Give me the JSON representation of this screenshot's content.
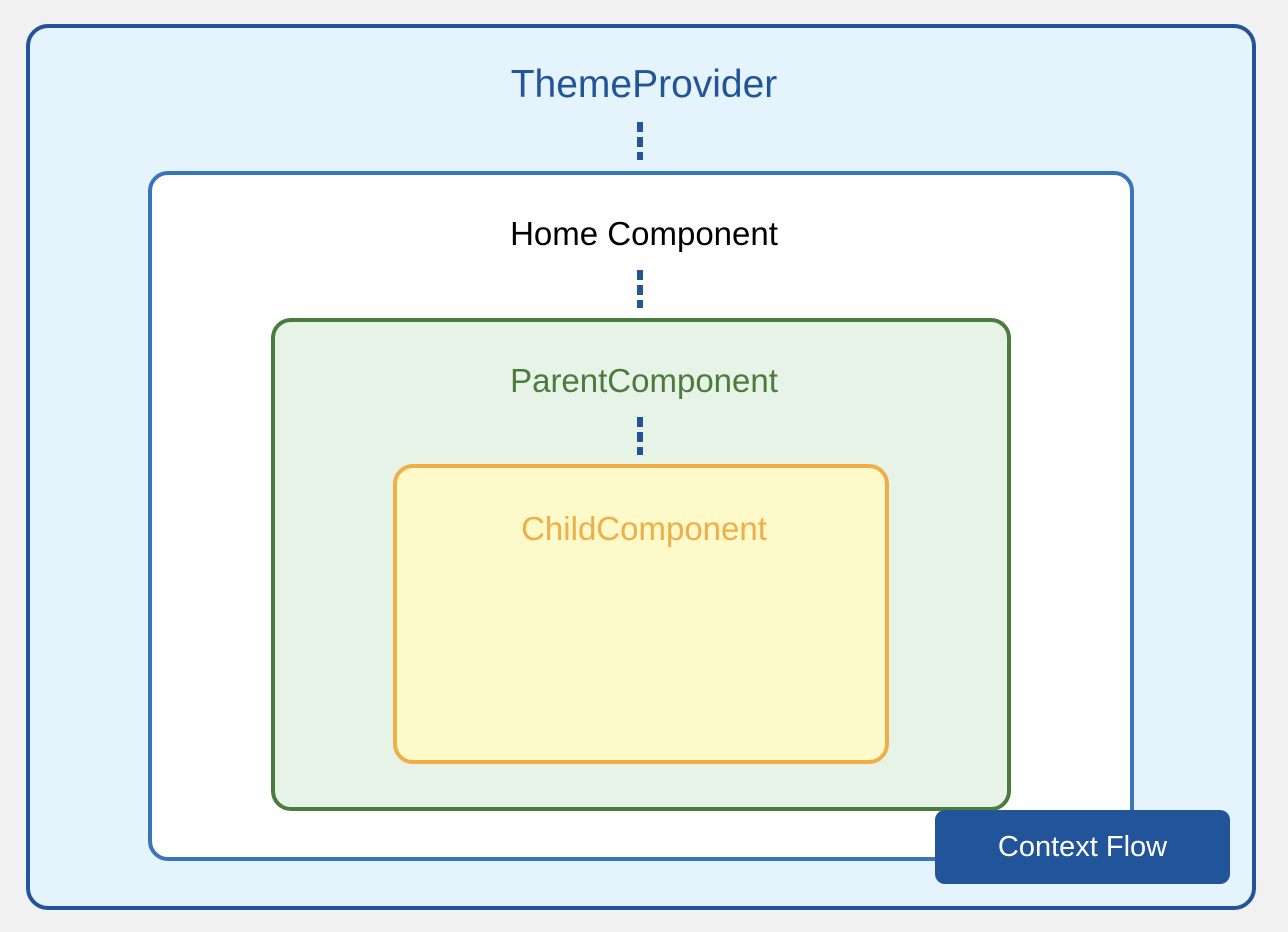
{
  "diagram": {
    "nodes": [
      {
        "id": "theme_provider",
        "label": "ThemeProvider"
      },
      {
        "id": "home",
        "label": "Home Component",
        "parent": "theme_provider"
      },
      {
        "id": "parent",
        "label": "ParentComponent",
        "parent": "home"
      },
      {
        "id": "child",
        "label": "ChildComponent",
        "parent": "parent"
      }
    ],
    "edges": [
      {
        "from": "theme_provider",
        "to": "home",
        "style": "dashed"
      },
      {
        "from": "home",
        "to": "parent",
        "style": "dashed"
      },
      {
        "from": "parent",
        "to": "child",
        "style": "dashed"
      }
    ],
    "legend": {
      "label": "Context Flow"
    },
    "colors": {
      "theme_provider": "#22549a",
      "home": "#3a75bb",
      "parent": "#4b7c3d",
      "child": "#f0ae48",
      "connector": "#22549a"
    }
  }
}
